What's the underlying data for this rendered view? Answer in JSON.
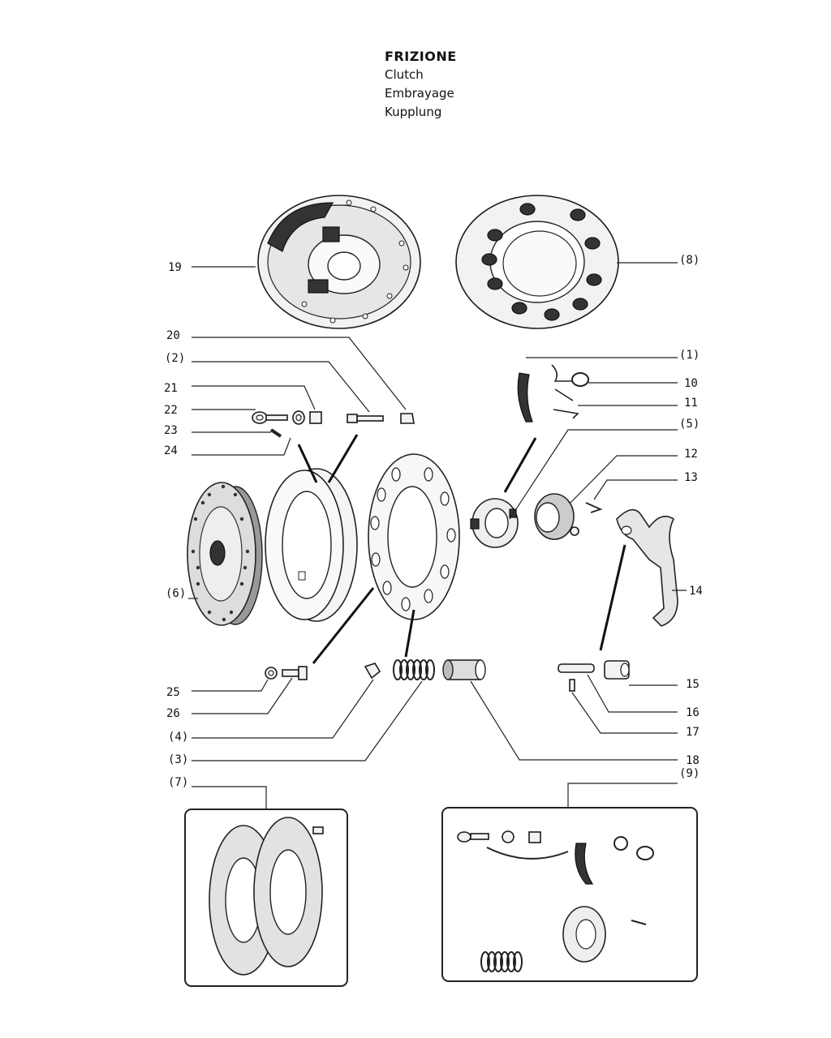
{
  "title": {
    "it": "FRIZIONE",
    "en": "Clutch",
    "fr": "Embrayage",
    "de": "Kupplung"
  },
  "callouts": {
    "c19": "19",
    "c8": "(8)",
    "c20": "20",
    "c2": "(2)",
    "c21": "21",
    "c22": "22",
    "c23": "23",
    "c24": "24",
    "c1": "(1)",
    "c10": "10",
    "c11": "11",
    "c5": "(5)",
    "c12": "12",
    "c13": "13",
    "c14": "14",
    "c6": "(6)",
    "c15": "15",
    "c25": "25",
    "c26": "26",
    "c16": "16",
    "c4": "(4)",
    "c17": "17",
    "c3": "(3)",
    "c18": "18",
    "c7": "(7)",
    "c9": "(9)"
  }
}
